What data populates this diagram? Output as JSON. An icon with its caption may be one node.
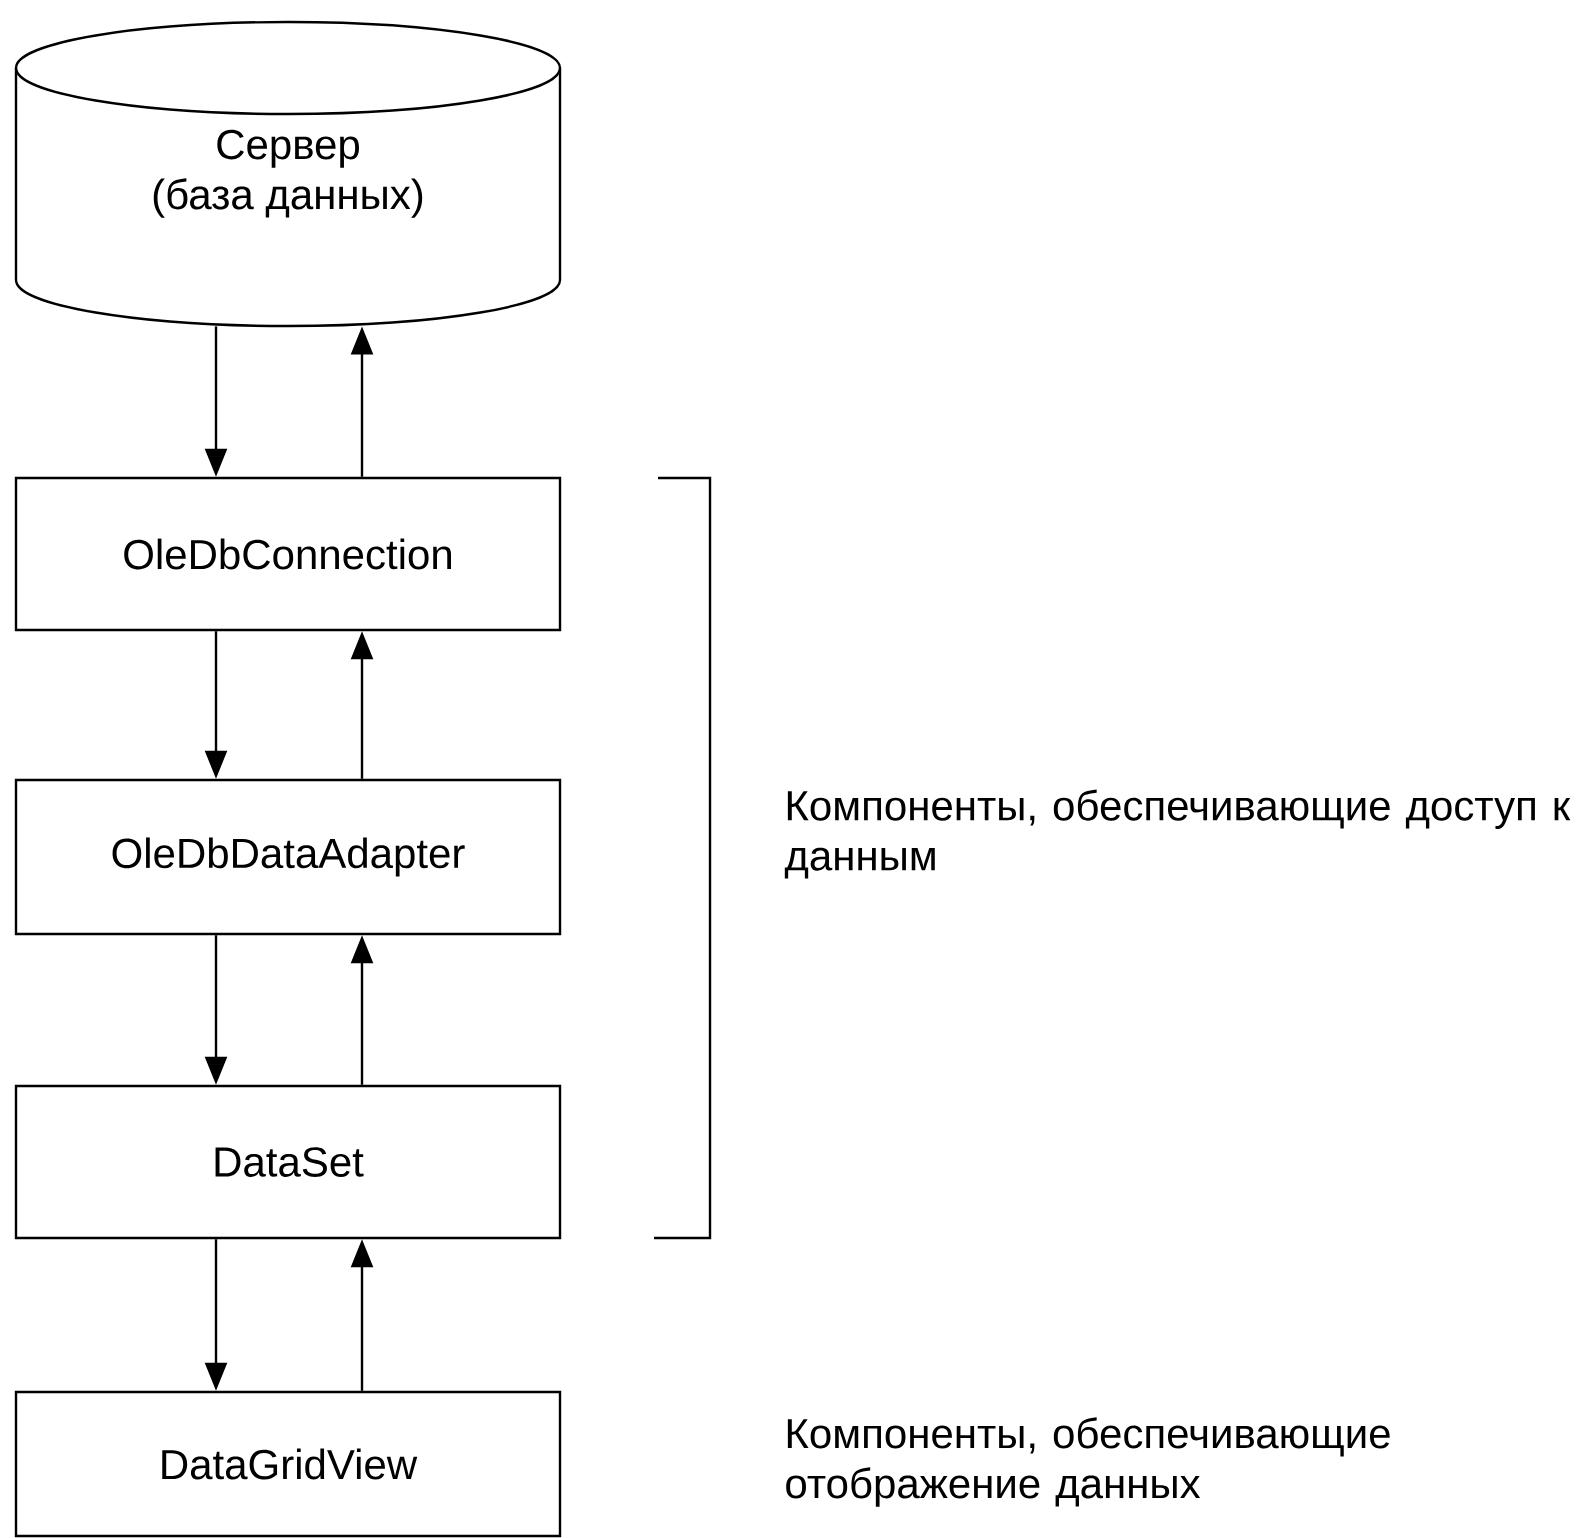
{
  "diagram": {
    "nodes": [
      {
        "text": [
          "Сервер",
          "(база данных)"
        ]
      },
      {
        "text": [
          "OleDbConnection"
        ]
      },
      {
        "text": [
          "OleDbDataAdapter"
        ]
      },
      {
        "text": [
          "DataSet"
        ]
      },
      {
        "text": [
          "DataGridView"
        ]
      }
    ],
    "edges": [
      {
        "from": 0,
        "to": 1,
        "arrow": "to"
      },
      {
        "from": 1,
        "to": 0,
        "arrow": "to"
      },
      {
        "from": 1,
        "to": 2,
        "arrow": "to"
      },
      {
        "from": 2,
        "to": 1,
        "arrow": "to"
      },
      {
        "from": 2,
        "to": 3,
        "arrow": "to"
      },
      {
        "from": 3,
        "to": 2,
        "arrow": "to"
      },
      {
        "from": 3,
        "to": 4,
        "arrow": "to"
      },
      {
        "from": 4,
        "to": 3,
        "arrow": "to"
      }
    ],
    "labels": [
      "Компоненты, обеспечивающие доступ к данным",
      "Компоненты, обеспечивающие отображение данных"
    ]
  }
}
